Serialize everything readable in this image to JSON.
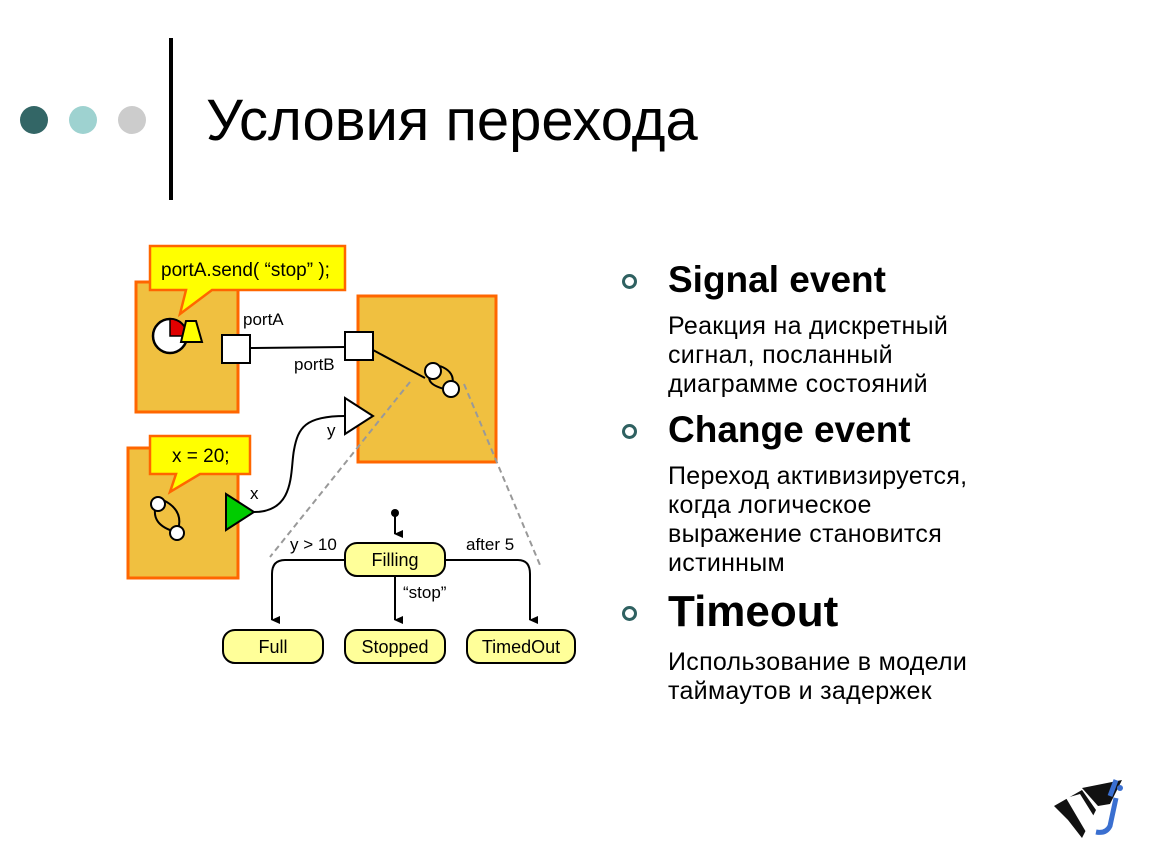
{
  "slide": {
    "title": "Условия перехода"
  },
  "diagram": {
    "callout_top": "portA.send( “stop” );",
    "callout_bottom": "x = 20;",
    "port_a_label": "portA",
    "port_b_label": "portB",
    "y_label": "y",
    "x_label": "x",
    "guard_left": "y > 10",
    "guard_right": "after 5",
    "trigger_center": "“stop”",
    "state_filling": "Filling",
    "state_full": "Full",
    "state_stopped": "Stopped",
    "state_timedout": "TimedOut",
    "colors": {
      "block_fill": "#f0c040",
      "block_border": "#ff6600",
      "callout_fill": "#ffff00",
      "state_fill": "#ffff99",
      "trigger_green": "#00cc00"
    }
  },
  "bullets": [
    {
      "title": "Signal event",
      "text_lines": [
        "Реакция на дискретный",
        "сигнал, посланный",
        "диаграмме состояний"
      ]
    },
    {
      "title": "Change event",
      "text_lines": [
        "Переход активизируется,",
        "когда логическое",
        "выражение становится",
        "истинным"
      ]
    },
    {
      "title": "Timeout",
      "text_lines": [
        "Использование в модели",
        "таймаутов и задержек"
      ]
    }
  ],
  "logo": {
    "icon": "xj-logo-icon"
  }
}
